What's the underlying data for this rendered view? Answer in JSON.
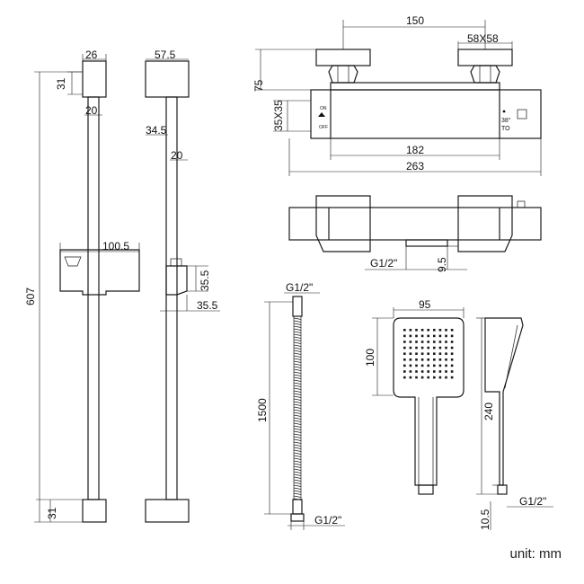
{
  "dimensions": {
    "rail_front": {
      "top_width": "26",
      "top_height": "31",
      "pole_width": "20",
      "total_height": "607",
      "holder_width": "100.5",
      "bottom_height": "31"
    },
    "rail_side": {
      "top_width": "57.5",
      "top_offset": "34.5",
      "pole_width": "20",
      "holder_height": "35.5",
      "holder_depth": "35.5"
    },
    "valve_top": {
      "centers": "150",
      "handle_size": "58X58",
      "height": "75",
      "body_section": "35X35",
      "body_length": "182",
      "total_length": "263"
    },
    "valve_side": {
      "inlet": "G1/2\"",
      "inlet_length": "9.5"
    },
    "hose": {
      "top_thread": "G1/2\"",
      "length": "1500",
      "bottom_thread": "G1/2\""
    },
    "handset": {
      "head_width": "95",
      "head_height": "100",
      "length": "240",
      "thread": "G1/2\"",
      "base": "10.5"
    }
  },
  "valve_markings": {
    "on": "ON",
    "off": "OFF",
    "temp": "38°"
  },
  "unit_note": "unit: mm"
}
